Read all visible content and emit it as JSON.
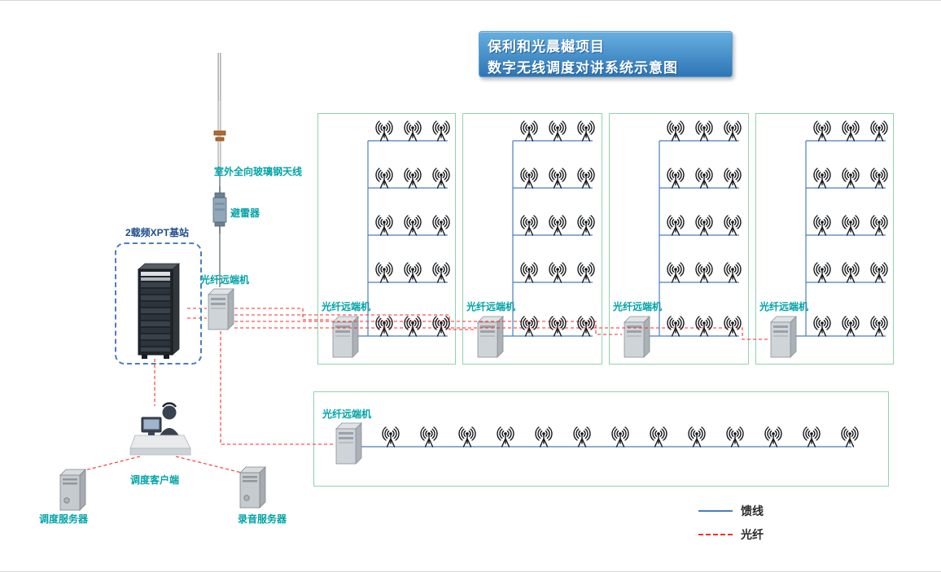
{
  "title": {
    "line1": "保利和光晨樾项目",
    "line2": "数字无线调度对讲系统示意图"
  },
  "outdoor": {
    "antenna_label": "室外全向玻璃钢天线",
    "arrester_label": "避雷器"
  },
  "base_station": {
    "label": "2载频XPT基站",
    "fiber_remote_label": "光纤远端机"
  },
  "dispatch": {
    "client_label": "调度客户端",
    "dispatch_server_label": "调度服务器",
    "recording_server_label": "录音服务器"
  },
  "zones": [
    {
      "label": "光纤远端机",
      "rows": 5,
      "cols": 3
    },
    {
      "label": "光纤远端机",
      "rows": 5,
      "cols": 3
    },
    {
      "label": "光纤远端机",
      "rows": 5,
      "cols": 3
    },
    {
      "label": "光纤远端机",
      "rows": 5,
      "cols": 3
    }
  ],
  "corridor": {
    "label": "光纤远端机",
    "antenna_count": 13
  },
  "legend": [
    {
      "id": "feeder",
      "label": "馈线"
    },
    {
      "id": "fiber",
      "label": "光纤"
    }
  ],
  "colors": {
    "feeder": "#4A7EBB",
    "fiber": "#FF2A2A",
    "panel_border": "#8FD3AE",
    "label_teal": "#00A3A8",
    "label_blue": "#1F4E8C",
    "title_top": "#66AFDF",
    "title_bottom": "#2E75B6"
  }
}
